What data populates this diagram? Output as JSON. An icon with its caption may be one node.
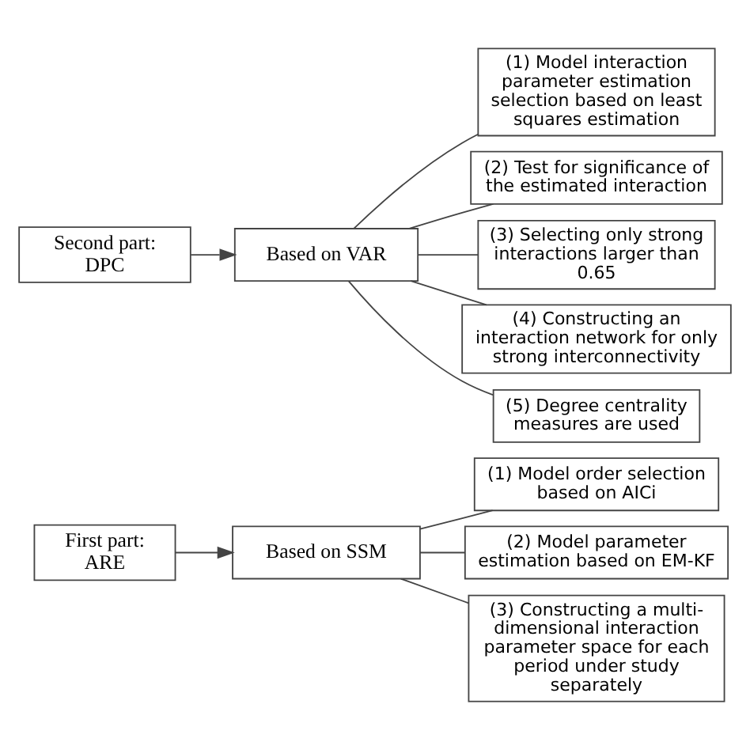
{
  "diagram": {
    "nodes": [
      {
        "text": [
          "First part: ARE"
        ]
      },
      {
        "text": [
          "Second part: DPC"
        ]
      },
      {
        "text": [
          "Based on SSM"
        ]
      },
      {
        "text": [
          "Based on VAR"
        ]
      },
      {
        "text": [
          "(1) Model order selection based on AICi"
        ]
      },
      {
        "text": [
          "(2) Model parameter estimation based on EM-KF"
        ]
      },
      {
        "text": [
          "(3) Constructing a multi-dimensional interaction parameter space for each period under study separately"
        ]
      },
      {
        "text": [
          "(1) Model interaction parameter estimation selection based on least squares estimation"
        ]
      },
      {
        "text": [
          "(2) Test for significance of the estimated interaction"
        ]
      },
      {
        "text": [
          "(3) Selecting only strong interactions larger than 0.65"
        ]
      },
      {
        "text": [
          "(4) Constructing an interaction network for only strong interconnectivity"
        ]
      },
      {
        "text": [
          "(5) Degree centrality measures are used"
        ]
      }
    ],
    "edges": [
      {
        "from": 0,
        "to": 2,
        "arrow": "to"
      },
      {
        "from": 1,
        "to": 3,
        "arrow": "to"
      },
      {
        "from": 2,
        "to": 4,
        "arrow": "none"
      },
      {
        "from": 2,
        "to": 5,
        "arrow": "none"
      },
      {
        "from": 2,
        "to": 6,
        "arrow": "none"
      },
      {
        "from": 3,
        "to": 7,
        "arrow": "none"
      },
      {
        "from": 3,
        "to": 8,
        "arrow": "none"
      },
      {
        "from": 3,
        "to": 9,
        "arrow": "none"
      },
      {
        "from": 3,
        "to": 10,
        "arrow": "none"
      },
      {
        "from": 3,
        "to": 11,
        "arrow": "none"
      }
    ]
  }
}
